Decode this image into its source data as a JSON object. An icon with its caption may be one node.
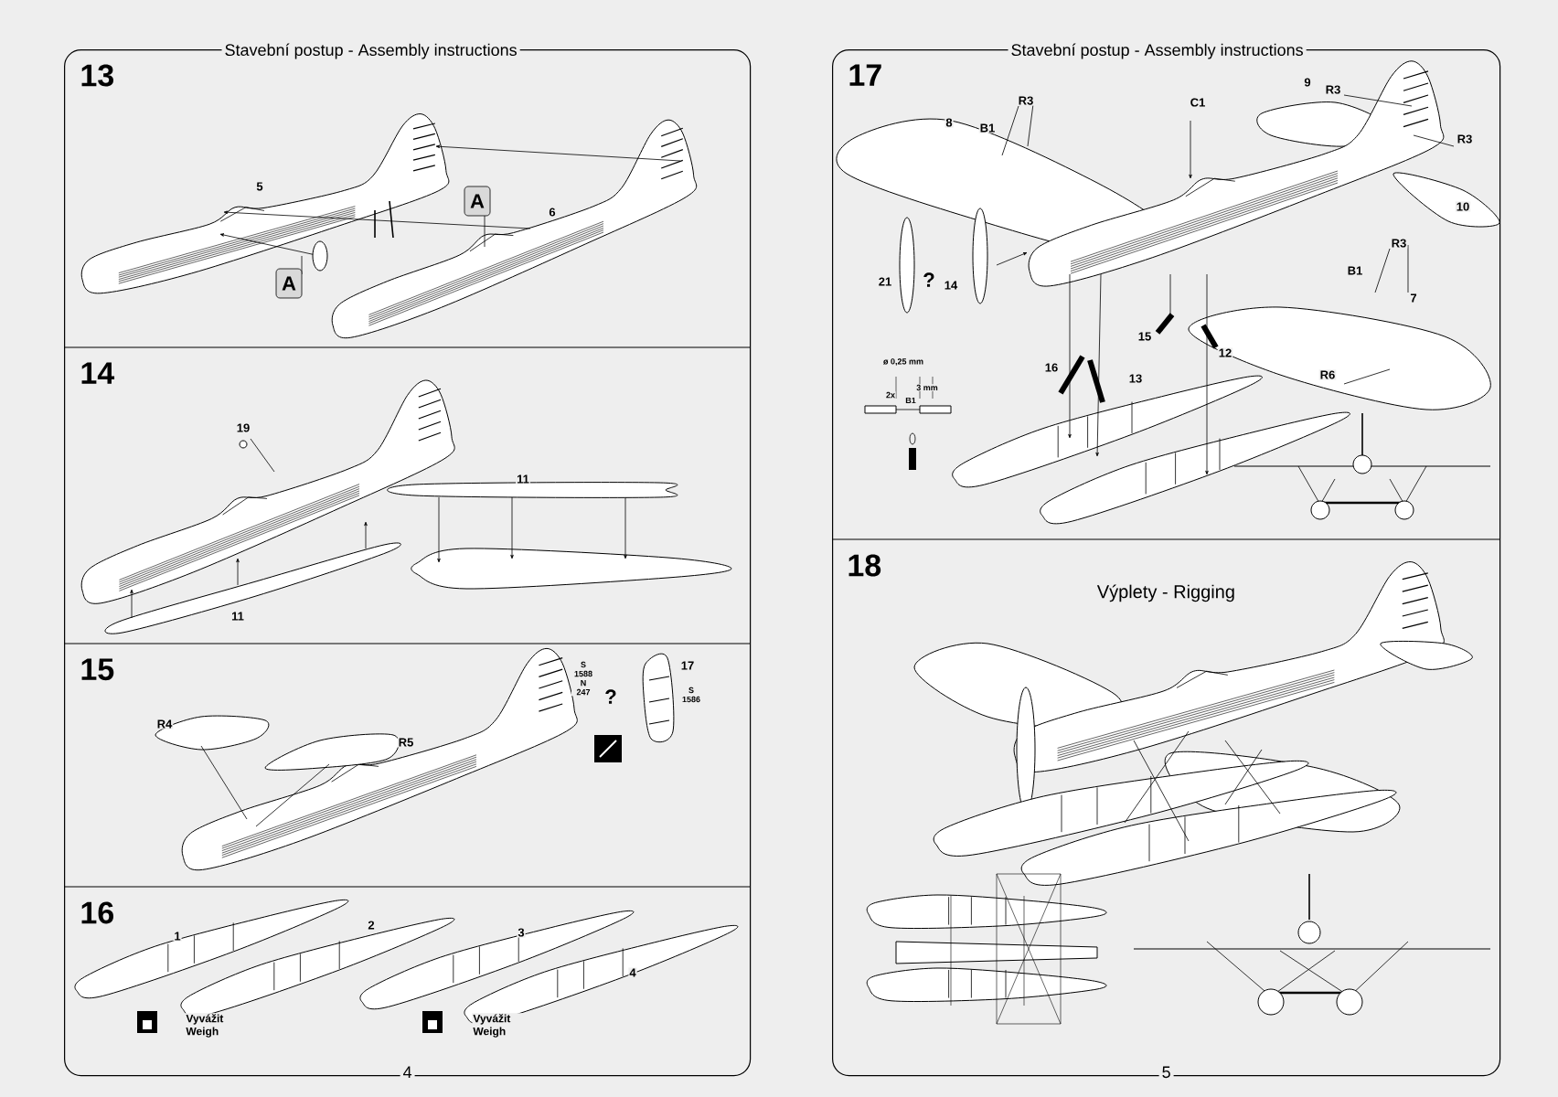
{
  "diagram": {
    "nodes": [
      {
        "text": [
          "Stavební postup - Assembly instructions",
          "4"
        ]
      },
      {
        "text": [
          "13"
        ],
        "in": 0
      },
      {
        "text": [
          "14"
        ],
        "in": 0
      },
      {
        "text": [
          "15"
        ],
        "in": 0
      },
      {
        "text": [
          "16"
        ],
        "in": 0
      },
      {
        "text": [
          "Stavební postup - Assembly instructions",
          "5"
        ]
      },
      {
        "text": [
          "17"
        ],
        "in": 5
      },
      {
        "text": [
          "18",
          "Výplety - Rigging"
        ],
        "in": 5
      }
    ],
    "labels": [
      "5",
      "A",
      "6",
      "A",
      "19",
      "11",
      "11",
      "R4",
      "R5",
      "S 1588 N 247",
      "?",
      "17",
      "S 1586",
      "1",
      "2",
      "3",
      "4",
      "Vyvážit Weigh",
      "Vyvážit Weigh",
      "8",
      "B1",
      "R3",
      "C1",
      "9",
      "R3",
      "R3",
      "10",
      "R3",
      "B1",
      "7",
      "21",
      "?",
      "14",
      "ø 0,25 mm",
      "2x",
      "3 mm",
      "B1",
      "16",
      "15",
      "13",
      "12",
      "R6"
    ]
  }
}
